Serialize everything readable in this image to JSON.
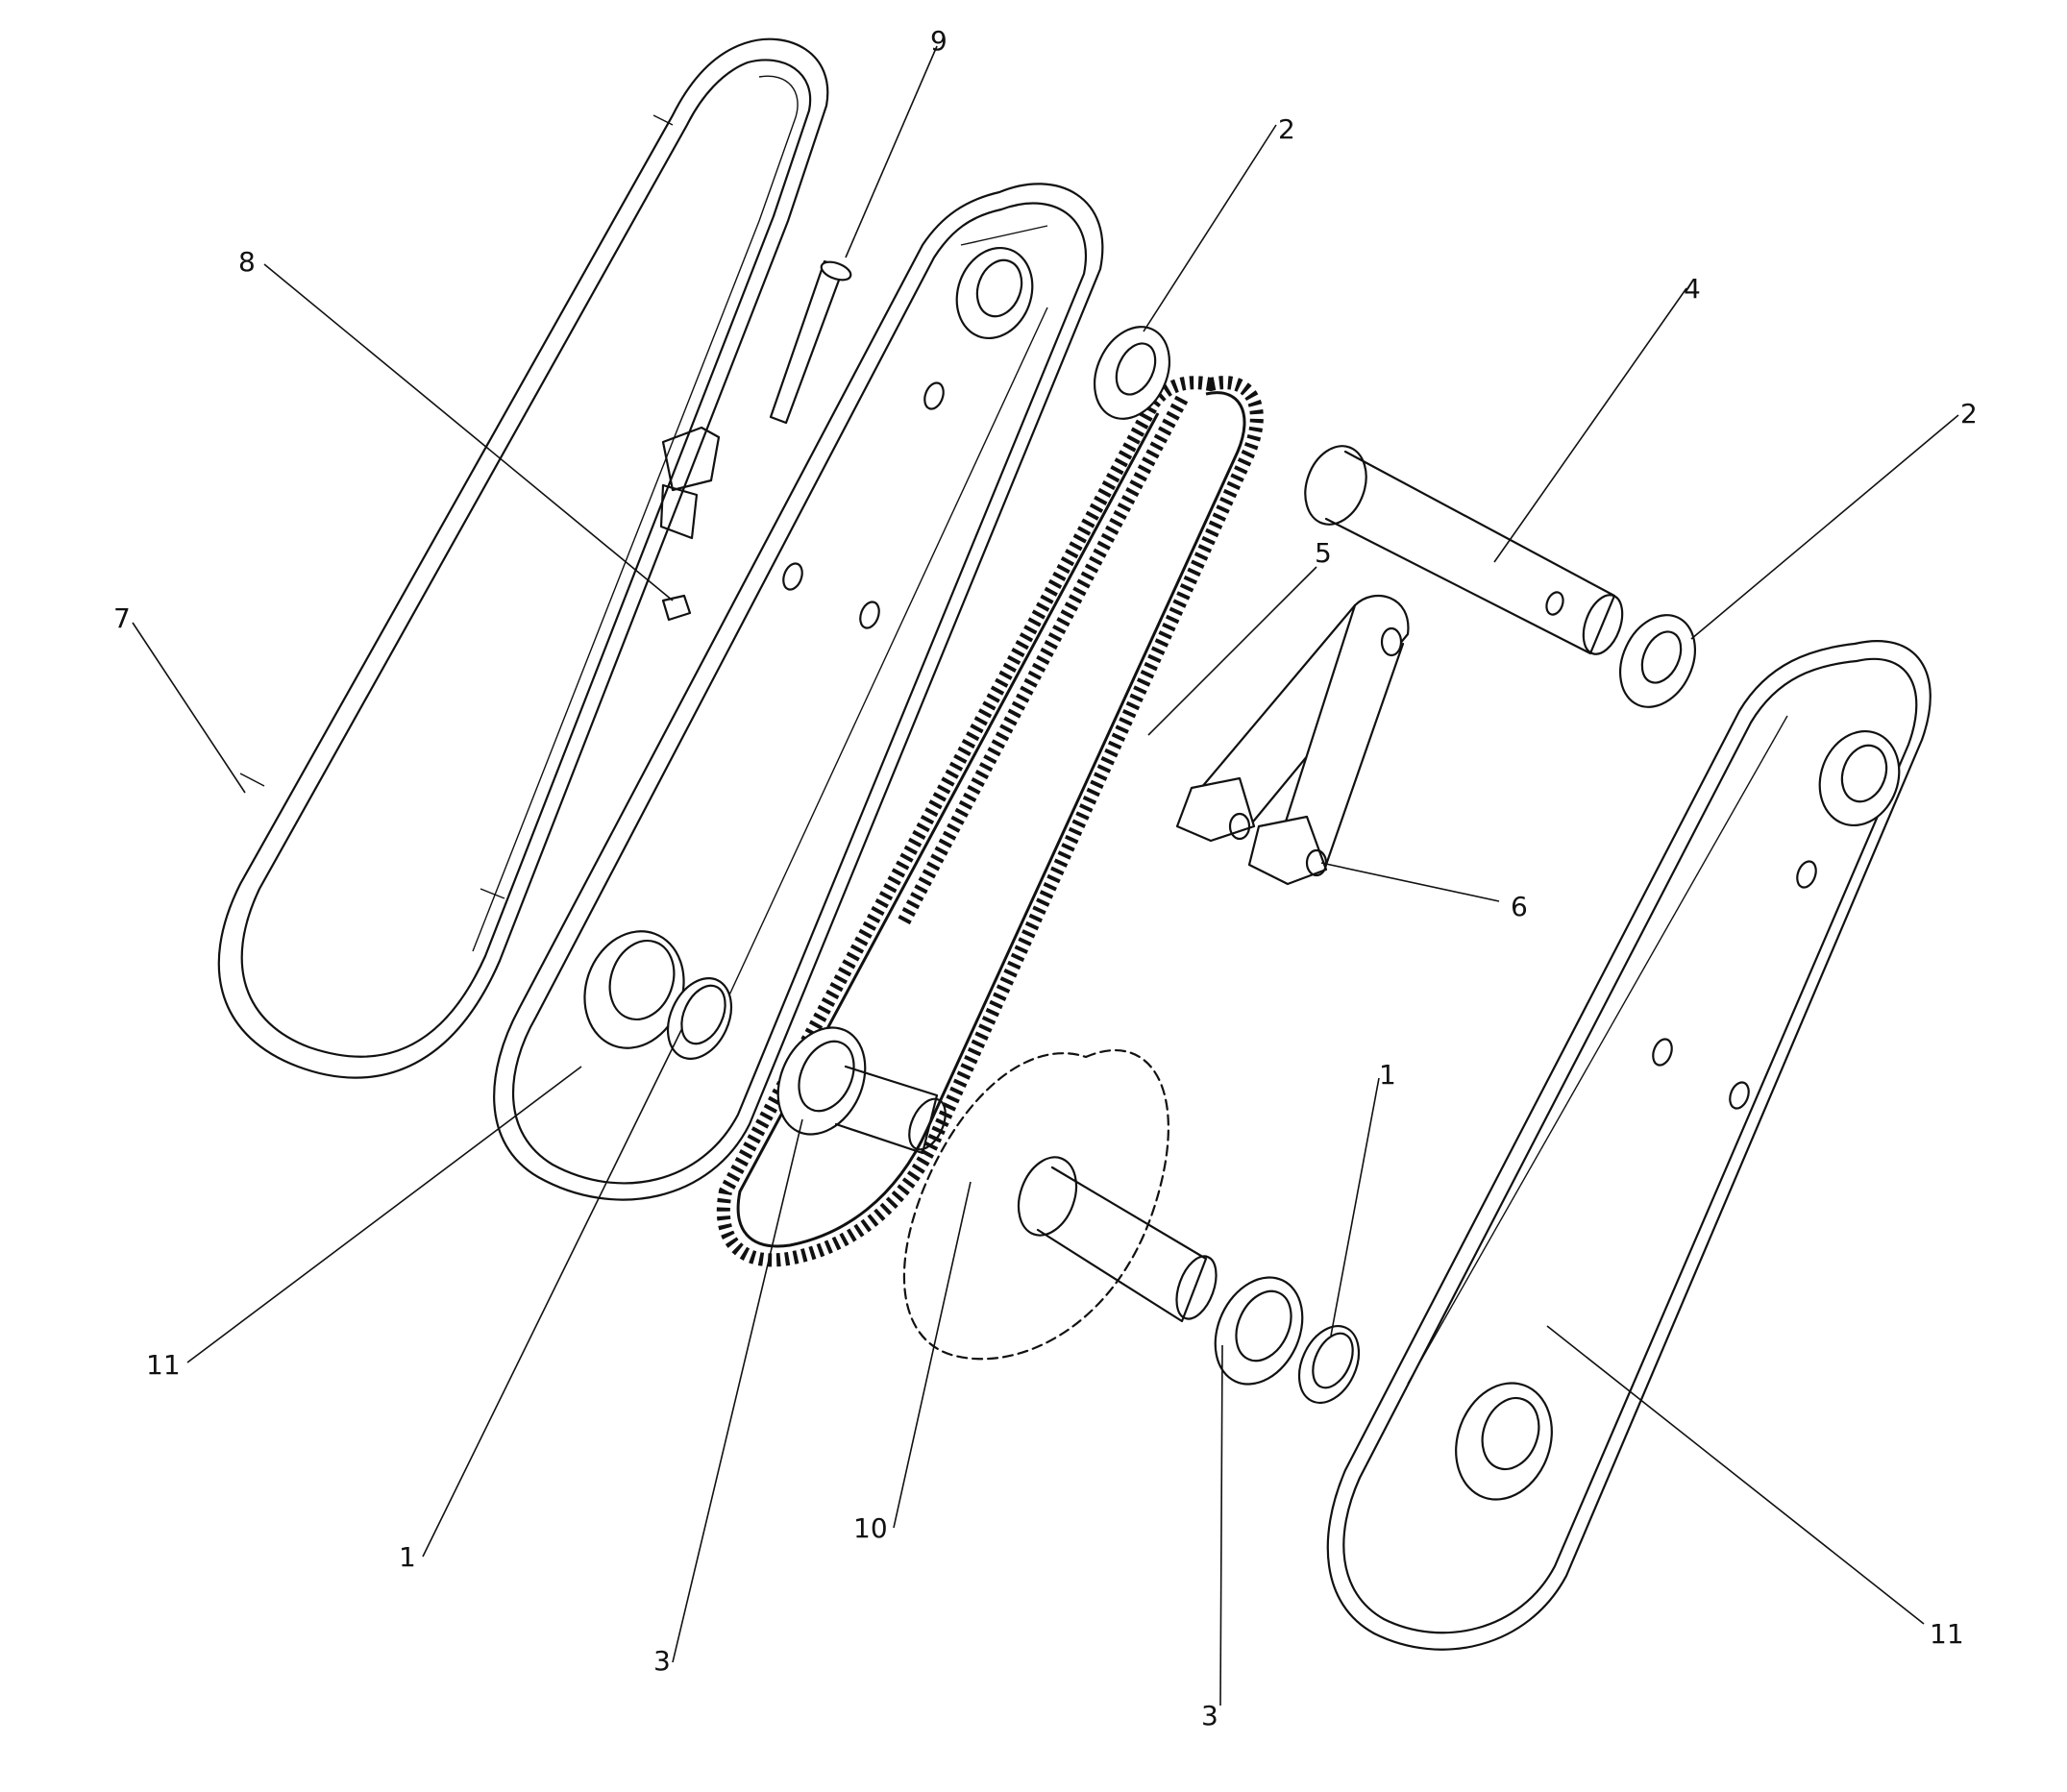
{
  "callouts": {
    "c9": "9",
    "c2a": "2",
    "c8": "8",
    "c4": "4",
    "c2b": "2",
    "c7": "7",
    "c5": "5",
    "c6": "6",
    "c1a": "1",
    "c11a": "11",
    "c1b": "1",
    "c10": "10",
    "c3a": "3",
    "c11b": "11",
    "c3b": "3"
  },
  "colors": {
    "line": "#111111",
    "background": "#ffffff"
  }
}
